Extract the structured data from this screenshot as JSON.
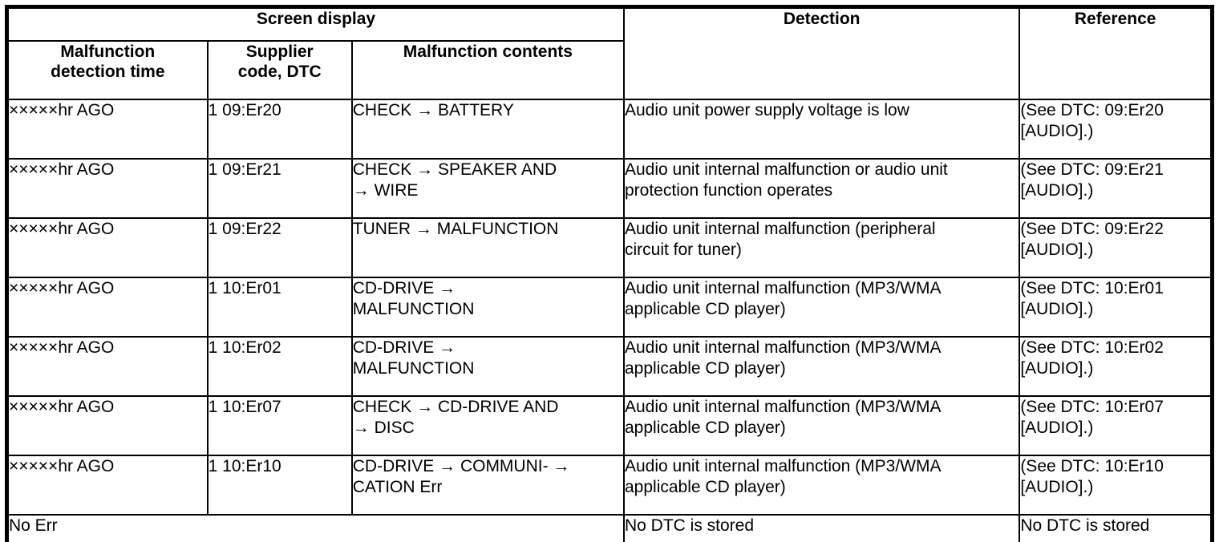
{
  "table": {
    "group_header": "Screen display",
    "columns": [
      {
        "key": "time",
        "label": "Malfunction\ndetection time"
      },
      {
        "key": "code",
        "label": "Supplier\ncode, DTC"
      },
      {
        "key": "contents",
        "label": "Malfunction contents"
      },
      {
        "key": "detection",
        "label": "Detection"
      },
      {
        "key": "reference",
        "label": "Reference"
      }
    ],
    "rows": [
      {
        "time": "×××××hr AGO",
        "code": "1 09:Er20",
        "contents": "CHECK → BATTERY",
        "detection": "Audio unit power supply voltage is low",
        "reference": "(See DTC: 09:Er20\n[AUDIO].)"
      },
      {
        "time": "×××××hr AGO",
        "code": "1 09:Er21",
        "contents": "CHECK → SPEAKER AND\n→ WIRE",
        "detection": "Audio unit internal malfunction or audio unit\nprotection function operates",
        "reference": "(See DTC: 09:Er21\n[AUDIO].)"
      },
      {
        "time": "×××××hr AGO",
        "code": "1 09:Er22",
        "contents": "TUNER → MALFUNCTION",
        "detection": "Audio unit internal malfunction (peripheral\ncircuit for tuner)",
        "reference": "(See DTC: 09:Er22\n[AUDIO].)"
      },
      {
        "time": "×××××hr AGO",
        "code": "1 10:Er01",
        "contents": "CD-DRIVE →\nMALFUNCTION",
        "detection": "Audio unit internal malfunction (MP3/WMA\napplicable CD player)",
        "reference": "(See DTC: 10:Er01\n[AUDIO].)"
      },
      {
        "time": "×××××hr AGO",
        "code": "1 10:Er02",
        "contents": "CD-DRIVE →\nMALFUNCTION",
        "detection": "Audio unit internal malfunction (MP3/WMA\napplicable CD player)",
        "reference": "(See DTC: 10:Er02\n[AUDIO].)"
      },
      {
        "time": "×××××hr AGO",
        "code": "1 10:Er07",
        "contents": "CHECK → CD-DRIVE AND\n→ DISC",
        "detection": "Audio unit internal malfunction (MP3/WMA\napplicable CD player)",
        "reference": "(See DTC: 10:Er07\n[AUDIO].)"
      },
      {
        "time": "×××××hr AGO",
        "code": "1 10:Er10",
        "contents": "CD-DRIVE → COMMUNI- →\nCATION Err",
        "detection": "Audio unit internal malfunction (MP3/WMA\napplicable CD player)",
        "reference": "(See DTC: 10:Er10\n[AUDIO].)"
      }
    ],
    "footer_row": {
      "screen_display": "No Err",
      "detection": "No DTC is stored",
      "reference": "No DTC is stored"
    }
  }
}
